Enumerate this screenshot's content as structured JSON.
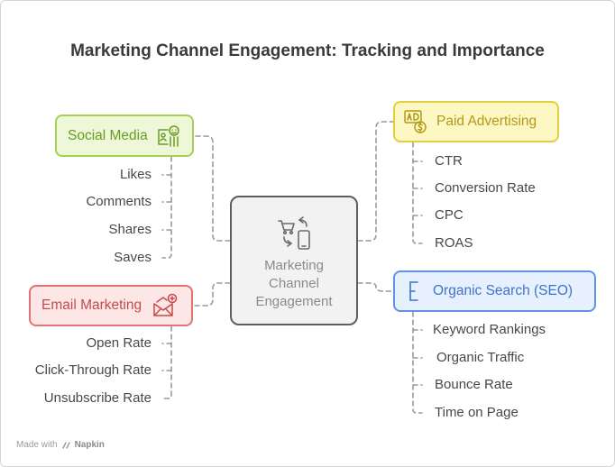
{
  "title": "Marketing Channel Engagement: Tracking and Importance",
  "center": {
    "label": "Marketing Channel Engagement",
    "icon": "shopping-cart-phone-icon"
  },
  "nodes": {
    "social": {
      "label": "Social Media",
      "icon": "social-media-icon",
      "color": "#a5cf55",
      "items": [
        "Likes",
        "Comments",
        "Shares",
        "Saves"
      ]
    },
    "paid": {
      "label": "Paid Advertising",
      "icon": "ad-money-icon",
      "color": "#e3cf3e",
      "items": [
        "CTR",
        "Conversion Rate",
        "CPC",
        "ROAS"
      ]
    },
    "email": {
      "label": "Email Marketing",
      "icon": "envelope-icon",
      "color": "#e07373",
      "items": [
        "Open Rate",
        "Click-Through Rate",
        "Unsubscribe Rate"
      ]
    },
    "seo": {
      "label": "Organic Search (SEO)",
      "icon": "seo-e-icon",
      "color": "#5f93e4",
      "items": [
        "Keyword Rankings",
        "Organic Traffic",
        "Bounce Rate",
        "Time on Page"
      ]
    }
  },
  "footer": {
    "prefix": "Made with",
    "brand": "Napkin"
  }
}
